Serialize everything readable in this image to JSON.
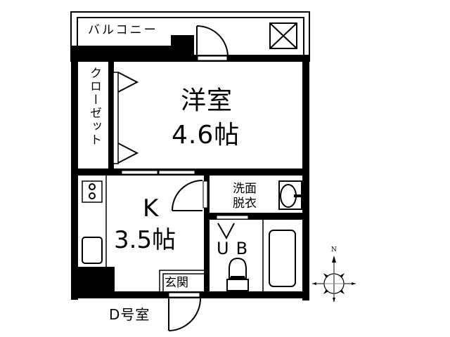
{
  "floor_plan": {
    "unit_label": "D号室",
    "rooms": [
      {
        "id": "balcony",
        "label": "バルコニー"
      },
      {
        "id": "western_room",
        "label": "洋室",
        "size": "4.6帖"
      },
      {
        "id": "closet",
        "label": "クローゼット"
      },
      {
        "id": "kitchen",
        "label": "K",
        "size": "3.5帖"
      },
      {
        "id": "washroom",
        "label_line1": "洗面",
        "label_line2": "脱衣"
      },
      {
        "id": "unit_bath",
        "label": "UB"
      },
      {
        "id": "entrance",
        "label": "玄関"
      }
    ],
    "compass": {
      "north_label": "N"
    },
    "colors": {
      "wall": "#000000",
      "background": "#ffffff",
      "compass_gray": "#888888"
    }
  }
}
